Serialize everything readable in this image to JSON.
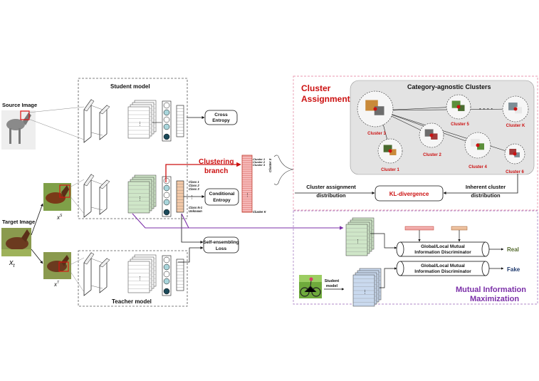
{
  "source": {
    "label": "Source Image"
  },
  "target": {
    "label": "Target Image",
    "math_xt": "x",
    "math_xt_sub": "t",
    "math_s": "x",
    "math_s_sup": "S",
    "math_t": "x",
    "math_t_sup": "T"
  },
  "student": {
    "title": "Student model",
    "cross_entropy": [
      "Cross",
      "Entropy"
    ]
  },
  "teacher": {
    "title": "Teacher model"
  },
  "clustering": {
    "branch": [
      "Clustering",
      "branch"
    ]
  },
  "conditional": [
    "Conditional",
    "Entropy"
  ],
  "self_ensembling": [
    "Self-ensembling",
    "Loss"
  ],
  "classes": [
    "Class 1",
    "Class 2",
    "Class 3",
    "Class N-1",
    "Unknown"
  ],
  "classes_dots": "⋮",
  "cluster_bar_top": [
    "Cluster 1",
    "Cluster 2",
    "Cluster 3"
  ],
  "cluster_bar_bottom": "Cluster K",
  "cluster_bar_vertical": "Cluster 3",
  "cluster_assignment": {
    "title": [
      "Cluster",
      "Assignment"
    ],
    "box_title": "Category-agnostic Clusters"
  },
  "clusters": [
    "Cluster 3",
    "Cluster 5",
    "Cluster K",
    "Cluster 2",
    "Cluster 1",
    "Cluster 4",
    "Cluster 6"
  ],
  "cluster_dots": "· · · ·",
  "kl": {
    "label": "KL-divergence",
    "left": [
      "Cluster assignment",
      "distribution"
    ],
    "right": [
      "Inherent cluster",
      "distribution"
    ]
  },
  "mi": {
    "title": [
      "Mutual Information",
      "Maximization"
    ],
    "disc": [
      "Global/Local Mutual",
      "Information Discriminator"
    ],
    "real": "Real",
    "fake": "Fake",
    "student_model": [
      "Student",
      "model"
    ]
  },
  "colors": {
    "red": "#cc1111",
    "purple": "#7b2fa8",
    "pink_border": "#e89ab0",
    "purple_border": "#b08ac8",
    "green_feat": "#cfe6c8",
    "blue_feat": "#c9d9ee",
    "orange": "#f3c9a8",
    "real": "#556b2f",
    "fake": "#1f3a6e"
  }
}
